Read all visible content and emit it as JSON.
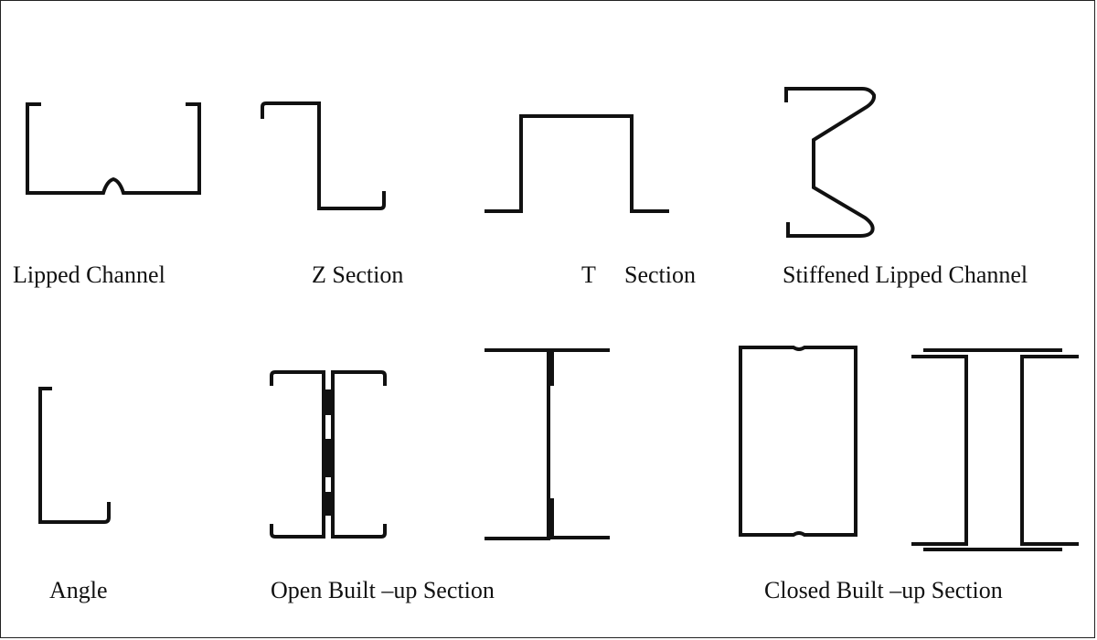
{
  "labels": {
    "lipped_channel": "Lipped Channel",
    "z_section": "Z Section",
    "t_section_t": "T",
    "t_section_word": "Section",
    "stiffened_lipped_channel": "Stiffened Lipped Channel",
    "angle": "Angle",
    "open_built_up": "Open Built –up Section",
    "closed_built_up": "Closed Built –up Section"
  },
  "colors": {
    "stroke": "#111111",
    "background": "#ffffff",
    "border": "#222222"
  }
}
